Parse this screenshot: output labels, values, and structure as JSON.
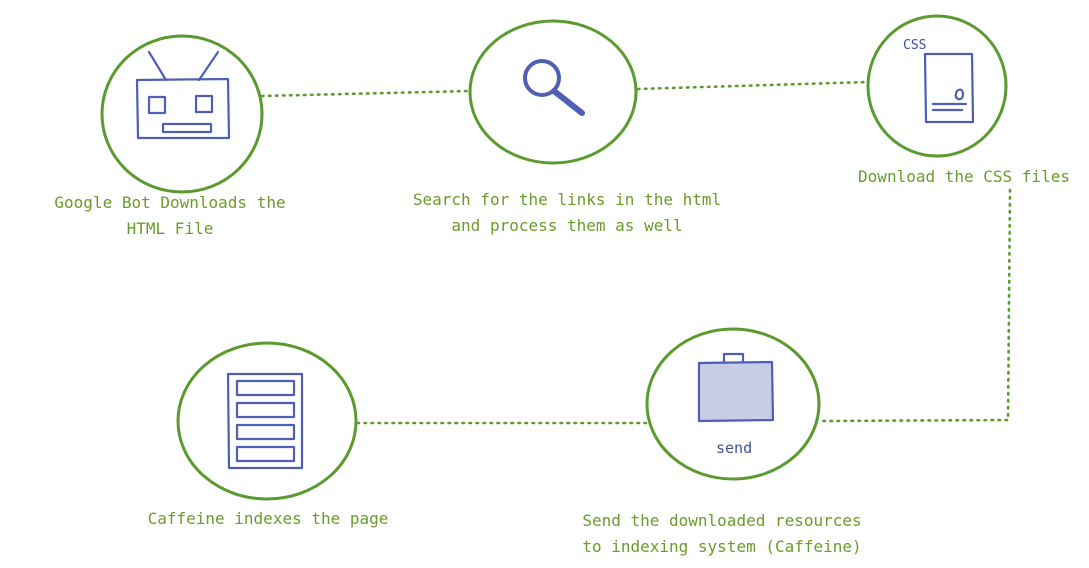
{
  "colors": {
    "accent_green": "#5a9a2e",
    "caption_green": "#6a9c2b",
    "icon_blue": "#4f5fb5",
    "folder_fill": "#c7cde6"
  },
  "nodes": [
    {
      "id": "googlebot",
      "icon": "robot-icon",
      "caption_lines": [
        "Google Bot Downloads the",
        "HTML File"
      ]
    },
    {
      "id": "search",
      "icon": "magnifier-icon",
      "caption_lines": [
        "Search for the links in the html",
        "and process them as well"
      ]
    },
    {
      "id": "css",
      "icon": "css-document-icon",
      "icon_label": "CSS",
      "caption_lines": [
        "Download the CSS files"
      ]
    },
    {
      "id": "send",
      "icon": "folder-icon",
      "icon_label": "send",
      "caption_lines": [
        "Send the downloaded resources",
        "to indexing system (Caffeine)"
      ]
    },
    {
      "id": "caffeine",
      "icon": "index-list-icon",
      "caption_lines": [
        "Caffeine indexes the page"
      ]
    }
  ]
}
